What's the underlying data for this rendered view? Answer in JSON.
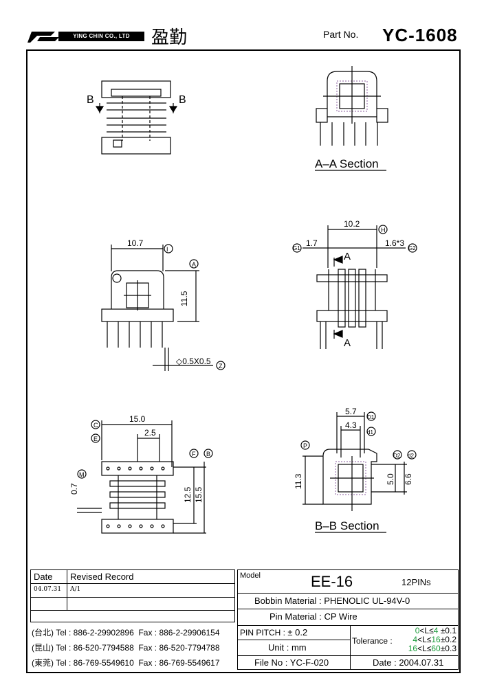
{
  "header": {
    "company_en": "YING CHIN CO., LTD",
    "company_cn": "盈勤",
    "part_label": "Part No.",
    "part_no": "YC-1608"
  },
  "drawing": {
    "section_aa": "A–A Section",
    "section_bb": "B–B Section",
    "label_b_left": "B",
    "label_b_right": "B",
    "label_a_top": "A",
    "label_a_bottom": "A",
    "dims": {
      "d10_7": "10.7",
      "circ_I": "I",
      "circ_A": "A",
      "d11_5": "11.5",
      "d0_5x0_5": "◇0.5X0.5",
      "circ_Z": "Z",
      "d10_2": "10.2",
      "circ_H": "H",
      "circ_G1": "G1",
      "d1_7": "1.7",
      "d1_6x3": "1.6*3",
      "circ_G2": "G2",
      "circ_C": "C",
      "d15_0": "15.0",
      "circ_E": "E",
      "d2_5": "2.5",
      "circ_F": "F",
      "circ_B": "B",
      "circ_M": "M",
      "d0_7": "0.7",
      "d12_5": "12.5",
      "d15_5": "15.5",
      "d5_7": "5.7",
      "circ_D1": "D1",
      "d4_3": "4.3",
      "circ_d1": "d1",
      "circ_P": "P",
      "circ_D2": "D2",
      "circ_d2": "d2",
      "d11_3": "11.3",
      "d5_0": "5.0",
      "d6_6": "6.6"
    }
  },
  "revision": {
    "col_date": "Date",
    "col_record": "Revised Record",
    "rows": [
      {
        "date": "04.07.31",
        "record": "A/1"
      }
    ]
  },
  "contacts": [
    {
      "region": "(台北)",
      "tel": "Tel : 886-2-29902896",
      "fax": "Fax : 886-2-29906154"
    },
    {
      "region": "(昆山)",
      "tel": "Tel : 86-520-7794588",
      "fax": "Fax : 86-520-7794788"
    },
    {
      "region": "(東莞)",
      "tel": "Tel : 86-769-5549610",
      "fax": "Fax : 86-769-5549617"
    }
  ],
  "spec": {
    "model_label": "Model",
    "model": "EE-16",
    "pins": "12PINs",
    "bobbin_label": "Bobbin Material :",
    "bobbin": "PHENOLIC UL-94V-0",
    "pin_label": "Pin Material :",
    "pin": "CP Wire",
    "pitch_label": "PIN PITCH :",
    "pitch": "± 0.2",
    "unit_label": "Unit :",
    "unit": "mm",
    "tolerance_label": "Tolerance :",
    "tol_rows": [
      {
        "a": "0",
        "op1": "<L≤",
        "b": "4",
        "tol": "±0.1"
      },
      {
        "a": "4",
        "op1": "<L≤",
        "b": "16",
        "tol": "±0.2"
      },
      {
        "a": "16",
        "op1": "<L≤",
        "b": "60",
        "tol": "±0.3"
      }
    ],
    "file_label": "File No :",
    "file": "YC-F-020",
    "date_label": "Date :",
    "date": "2004.07.31"
  }
}
